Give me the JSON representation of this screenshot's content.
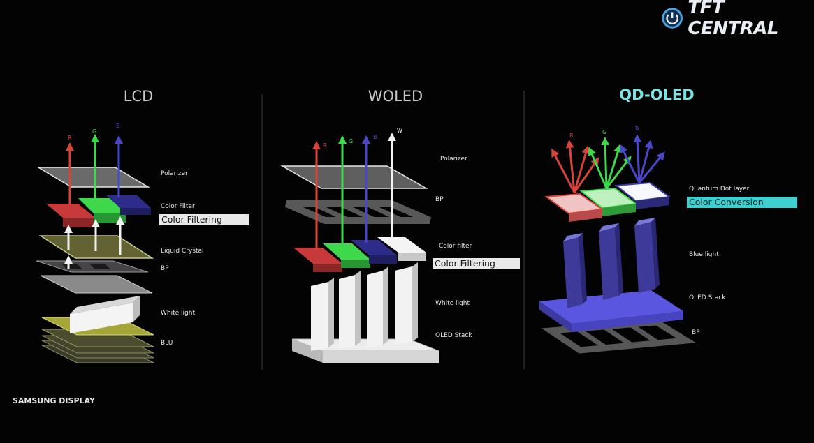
{
  "brand": {
    "name": "TFT CENTRAL"
  },
  "footer": "SAMSUNG DISPLAY",
  "columns": [
    {
      "title": "LCD",
      "title_color": "#c9c9c9",
      "layers": [
        "Polarizer",
        "Color Filter",
        "Liquid Crystal",
        "BP",
        "White light",
        "BLU"
      ],
      "highlight": "Color Filtering",
      "channels": [
        "R",
        "G",
        "B"
      ]
    },
    {
      "title": "WOLED",
      "title_color": "#c9c9c9",
      "layers": [
        "Polarizer",
        "BP",
        "Color filter",
        "White light",
        "OLED Stack"
      ],
      "highlight": "Color Filtering",
      "channels": [
        "R",
        "G",
        "B",
        "W"
      ]
    },
    {
      "title": "QD-OLED",
      "title_color": "#7fe3e3",
      "layers": [
        "Quantum Dot layer",
        "Blue light",
        "OLED Stack",
        "BP"
      ],
      "highlight": "Color Conversion",
      "channels": [
        "R",
        "G",
        "B"
      ]
    }
  ],
  "colors": {
    "red": "#d8443a",
    "green": "#3ed84a",
    "blue": "#3c3aa8",
    "teal_highlight": "#3fcfcf",
    "qd_blue": "#5a56e0"
  },
  "icons": [
    "power-button-icon",
    "light-arrow-icon"
  ]
}
